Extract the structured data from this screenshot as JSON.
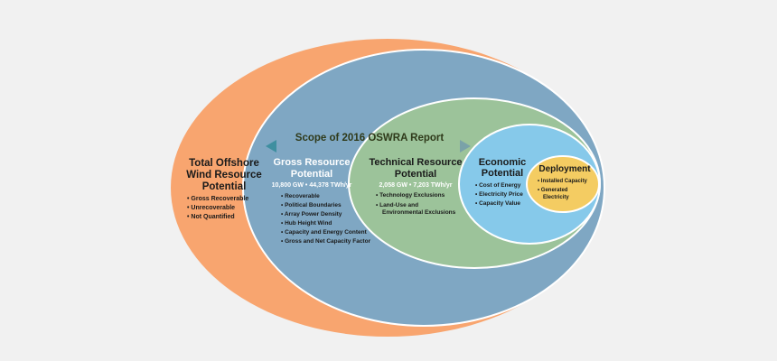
{
  "scope": {
    "label": "Scope of 2016 OSWRA Report"
  },
  "total": {
    "title_lines": [
      "Total Offshore",
      "Wind Resource",
      "Potential"
    ],
    "bullets": [
      "Gross Recoverable",
      "Unrecoverable",
      "Not Quantified"
    ]
  },
  "gross": {
    "title_lines": [
      "Gross Resource",
      "Potential"
    ],
    "stat": "10,800 GW • 44,378 TWh/yr",
    "bullets": [
      "Recoverable",
      "Political Boundaries",
      "Array Power Density",
      "Hub Height Wind",
      "Capacity and Energy Content",
      "Gross and Net Capacity Factor"
    ]
  },
  "technical": {
    "title_lines": [
      "Technical Resource",
      "Potential"
    ],
    "stat": "2,058 GW • 7,203 TWh/yr",
    "bullets": [
      "Technology Exclusions",
      "Land-Use and",
      "Environmental Exclusions"
    ]
  },
  "economic": {
    "title_lines": [
      "Economic",
      "Potential"
    ],
    "bullets": [
      "Cost of Energy",
      "Electricity Price",
      "Capacity Value"
    ]
  },
  "deployment": {
    "title": "Deployment",
    "bullets": [
      "Installed Capacity",
      "Generated",
      "Electricity"
    ]
  },
  "colors": {
    "background": "#f1f1f1",
    "total": "#f8a56f",
    "gross": "#7fa7c3",
    "technical": "#9cc39a",
    "economic": "#86c9ea",
    "deployment": "#f4cc62",
    "ring": "#ffffff",
    "arrow": "#4f9aa0"
  }
}
